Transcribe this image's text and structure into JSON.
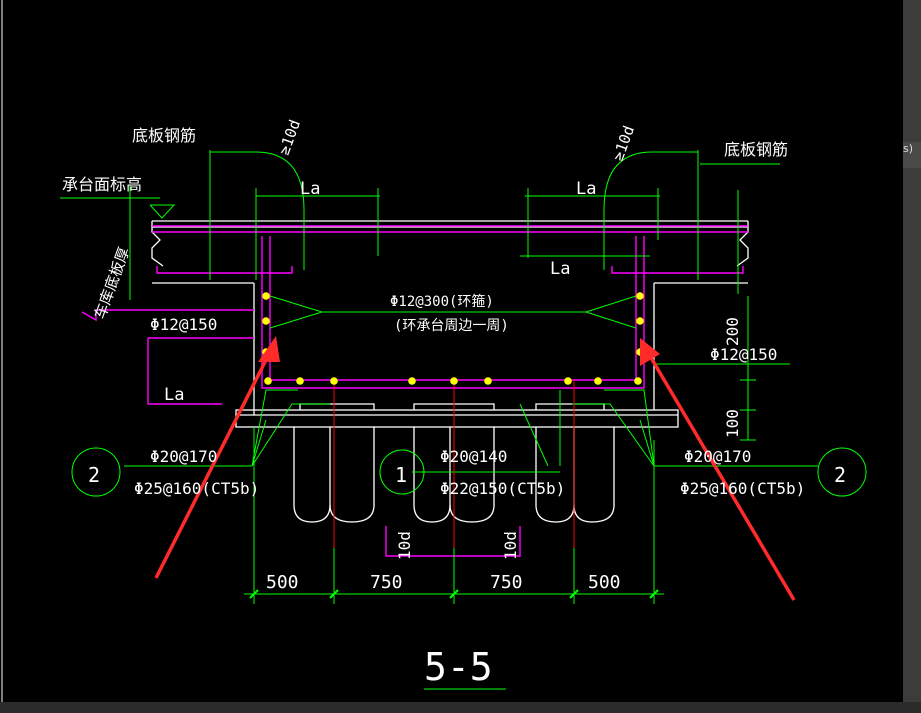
{
  "colors": {
    "background": "#000000",
    "frame": "#3c3c3c",
    "outline": "#ffffff",
    "rebar": "#ff00ff",
    "dimension": "#00ff00",
    "leader": "#00cc00",
    "axis": "#ff0000",
    "bar_dot": "#ffff00",
    "annotation_arrow": "#ff2a2a"
  },
  "side_tab_text": "s)",
  "labels": {
    "bottom_bar_left": "底板钢筋",
    "bottom_bar_right": "底板钢筋",
    "cap_top_elevation": "承台面标高",
    "floor_thickness": "车库底板厚",
    "la_top_left": "La",
    "la_top_right": "La",
    "la_mid_right": "La",
    "la_lower_left": "La",
    "hook_left": "≥10d",
    "hook_right": "≥10d",
    "ring_bar": "Φ12@300(环箍)",
    "ring_bar_note": "(环承台周边一周)",
    "side_bar_left": "Φ12@150",
    "side_bar_right": "Φ12@150",
    "dim_200": "200",
    "dim_100": "100",
    "bar_left_1": "Φ20@170",
    "bar_left_2": "Φ25@160(CT5b)",
    "bar_mid_1": "Φ20@140",
    "bar_mid_2": "Φ22@150(CT5b)",
    "bar_right_1": "Φ20@170",
    "bar_right_2": "Φ25@160(CT5b)",
    "pile_embed_left": "10d",
    "pile_embed_right": "10d",
    "dim_500_left": "500",
    "dim_750_left": "750",
    "dim_750_right": "750",
    "dim_500_right": "500",
    "section_title": "5-5"
  },
  "axis_markers": {
    "left": "2",
    "middle": "1",
    "right": "2"
  }
}
